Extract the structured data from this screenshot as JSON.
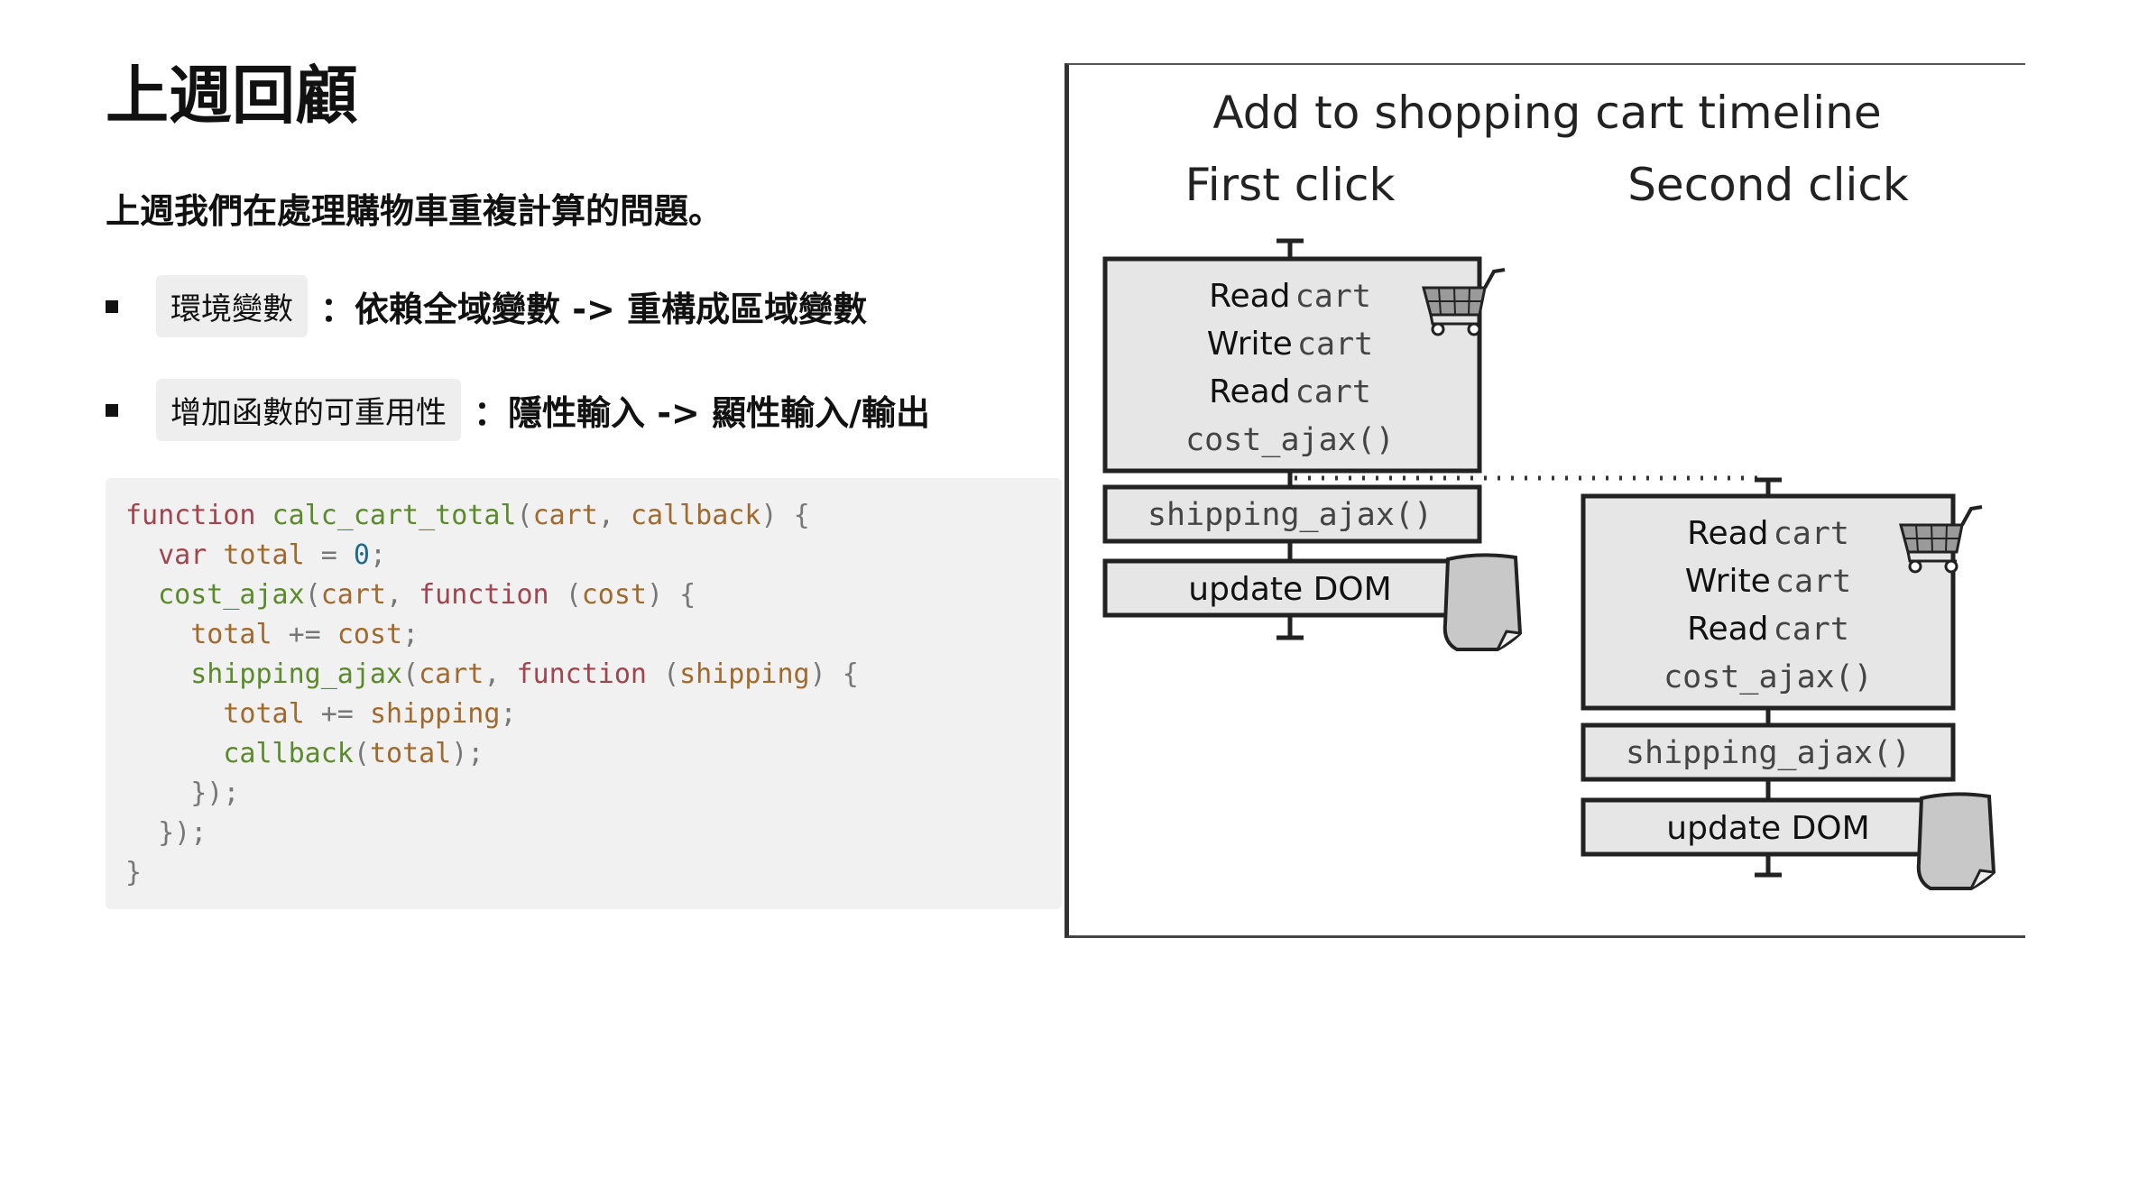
{
  "page": {
    "title": "上週回顧",
    "intro": "上週我們在處理購物車重複計算的問題。",
    "bullets": [
      {
        "tag": "環境變數",
        "text": "：依賴全域變數 -> 重構成區域變數"
      },
      {
        "tag": "增加函數的可重用性",
        "text": "：隱性輸入 -> 顯性輸入/輸出"
      }
    ]
  },
  "code": {
    "lines": [
      "function calc_cart_total(cart, callback) {",
      "  var total = 0;",
      "  cost_ajax(cart, function (cost) {",
      "    total += cost;",
      "    shipping_ajax(cart, function (shipping) {",
      "      total += shipping;",
      "      callback(total);",
      "    });",
      "  });",
      "}"
    ]
  },
  "figure": {
    "title": "Add to shopping cart timeline",
    "first_heading": "First click",
    "second_heading": "Second click",
    "read_label": "Read",
    "write_label": "Write",
    "cart_word": "cart",
    "cost_call": "cost_ajax()",
    "shipping_call": "shipping_ajax()",
    "update_dom": "update DOM",
    "icons": [
      "shopping-cart-icon",
      "document-page-icon"
    ]
  }
}
